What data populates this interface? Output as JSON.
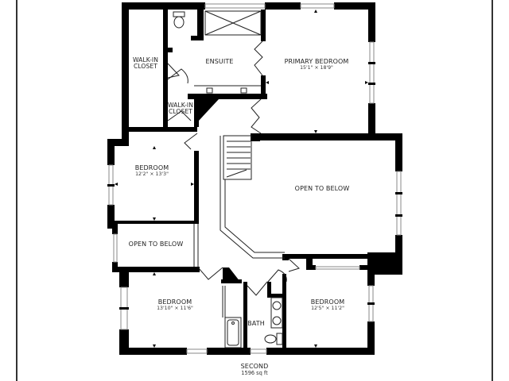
{
  "floor": {
    "name": "SECOND",
    "area": "1596 sq ft"
  },
  "rooms": [
    {
      "id": "walk-in-closet-1",
      "name": "WALK-IN\nCLOSET",
      "line1": "WALK-IN",
      "line2": "CLOSET",
      "dims": ""
    },
    {
      "id": "ensuite",
      "name": "ENSUITE",
      "dims": ""
    },
    {
      "id": "primary-bedroom",
      "name": "PRIMARY BEDROOM",
      "dims": "15'1\" × 18'9\""
    },
    {
      "id": "walk-in-closet-2",
      "name": "WALK-IN\nCLOSET",
      "line1": "WALK-IN",
      "line2": "CLOSET",
      "dims": ""
    },
    {
      "id": "bedroom-1",
      "name": "BEDROOM",
      "dims": "12'2\" × 13'3\""
    },
    {
      "id": "open-to-below-1",
      "name": "OPEN TO BELOW",
      "dims": ""
    },
    {
      "id": "open-to-below-2",
      "name": "OPEN TO BELOW",
      "dims": ""
    },
    {
      "id": "bedroom-2",
      "name": "BEDROOM",
      "dims": "13'10\" × 11'6\""
    },
    {
      "id": "bath",
      "name": "BATH",
      "dims": ""
    },
    {
      "id": "bedroom-3",
      "name": "BEDROOM",
      "dims": "12'5\" × 11'2\""
    }
  ],
  "colors": {
    "wall": "#000000",
    "window": "#9a9a9a",
    "line": "#222222",
    "background": "#ffffff"
  }
}
